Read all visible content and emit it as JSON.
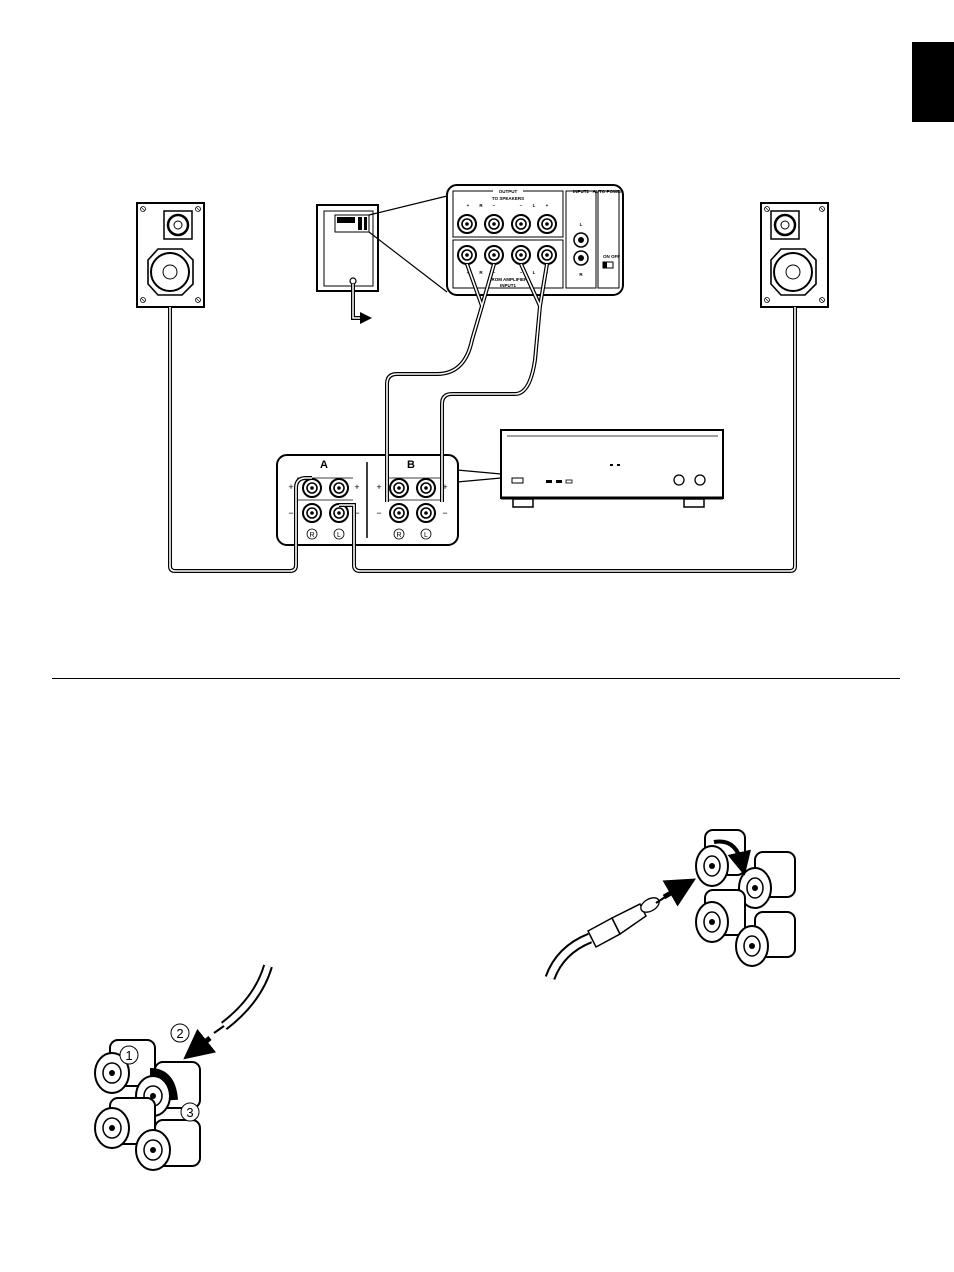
{
  "subwoofer_panel": {
    "output_heading": "OUTPUT",
    "to_speakers": "TO SPEAKERS",
    "from_amplifier": "FROM AMPLIFIER",
    "input1": "INPUT1",
    "inputs_heading": "INPUT2",
    "auto_power_heading": "AUTO POWER",
    "on_label": "ON",
    "off_label": "OFF",
    "terminal_marks_top": [
      "+",
      "R",
      "−",
      "−",
      "L",
      "+"
    ],
    "terminal_marks_bottom": [
      "+",
      "R",
      "−",
      "−",
      "L",
      "+"
    ],
    "input_marks": [
      "L",
      "R"
    ]
  },
  "amplifier_panel": {
    "group_a": "A",
    "group_b": "B",
    "plus": "+",
    "minus": "−",
    "channel_r": "R",
    "channel_l": "L"
  },
  "steps": [
    "1",
    "2",
    "3"
  ]
}
